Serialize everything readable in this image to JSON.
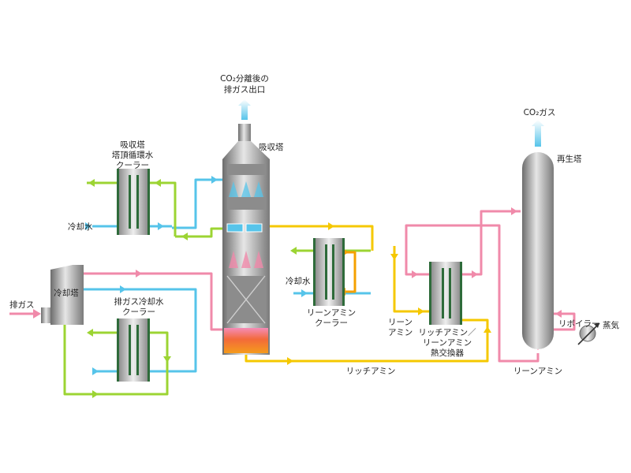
{
  "labels": {
    "outlet_l1": "CO₂分離後の",
    "outlet_l2": "排ガス出口",
    "absorber": "吸収塔",
    "co2_gas": "CO₂ガス",
    "regenerator": "再生塔",
    "topcooler_l1": "吸収塔",
    "topcooler_l2": "塔頂循環水",
    "topcooler_l3": "クーラー",
    "cooling_water_1": "冷却水",
    "quench_tower": "冷却塔",
    "exhaust_gas": "排ガス",
    "quench_cooler_l1": "排ガス冷却水",
    "quench_cooler_l2": "クーラー",
    "cooling_water_2": "冷却水",
    "lean_cooler_l1": "リーンアミン",
    "lean_cooler_l2": "クーラー",
    "lean_amine_l1": "リーン",
    "lean_amine_l2": "アミン",
    "hx_l1": "リッチアミン／",
    "hx_l2": "リーンアミン",
    "hx_l3": "熱交換器",
    "reboiler": "リボイラー",
    "steam": "蒸気",
    "rich_amine": "リッチアミン",
    "lean_amine_bottom": "リーンアミン"
  },
  "colors": {
    "cooling_water_supply": "#56c4ea",
    "cooling_water_return": "#9cd433",
    "exhaust_gas": "#f08aaa",
    "rich_amine": "#f5c800",
    "lean_amine": "#f08aaa",
    "hot_lean_amine": "#f5a000",
    "exchanger_plate": "#2e6b3a",
    "equipment_gray": "#9a9a9a"
  }
}
